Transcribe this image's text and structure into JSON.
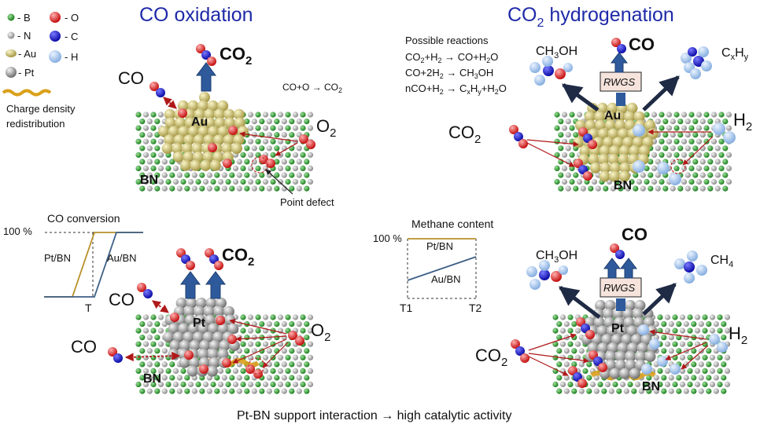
{
  "legend": {
    "items": [
      {
        "symbol": "B",
        "label": "- B",
        "color": "#2a9a2a"
      },
      {
        "symbol": "N",
        "label": "- N",
        "color": "#b8b8b8"
      },
      {
        "symbol": "Au",
        "label": "- Au",
        "color": "#d9cf7f"
      },
      {
        "symbol": "Pt",
        "label": "- Pt",
        "color": "#9c9c9c"
      },
      {
        "symbol": "O",
        "label": "- O",
        "color": "#e82a2a"
      },
      {
        "symbol": "C",
        "label": "- C",
        "color": "#1a1ad8"
      },
      {
        "symbol": "H",
        "label": "- H",
        "color": "#a9c8f0"
      }
    ],
    "charge_label_1": "Charge density",
    "charge_label_2": "redistribution",
    "charge_color": "#d9a01a"
  },
  "co_oxidation": {
    "title": "CO oxidation",
    "reaction": "CO+O → CO",
    "reaction_sub": "2",
    "top": {
      "co2_main": "CO",
      "co2_sub": "2",
      "co_label": "CO",
      "o2_main": "O",
      "o2_sub": "2",
      "metal": "Au",
      "support": "BN",
      "defect_label": "Point defect"
    },
    "bottom": {
      "co2_main": "CO",
      "co2_sub": "2",
      "co_label_1": "CO",
      "co_label_2": "CO",
      "o2_main": "O",
      "o2_sub": "2",
      "metal": "Pt",
      "support": "BN"
    },
    "conversion_plot": {
      "title": "CO conversion",
      "y_label": "100 %",
      "x_label": "T",
      "series": [
        "Pt/BN",
        "Au/BN"
      ]
    }
  },
  "co2_hydrogenation": {
    "title_main": "CO",
    "title_sub": "2",
    "title_rest": " hydrogenation",
    "reactions_header": "Possible reactions",
    "reactions": [
      {
        "lhs": "CO",
        "lhs_sub": "2",
        "lhs2": "+H",
        "lhs2_sub": "2",
        "rhs": "CO+H",
        "rhs_sub": "2",
        "rhs_tail": "O"
      },
      {
        "lhs": "CO+2H",
        "lhs_sub": "2",
        "lhs2": "",
        "lhs2_sub": "",
        "rhs": "CH",
        "rhs_sub": "3",
        "rhs_tail": "OH"
      },
      {
        "lhs": "nCO+H",
        "lhs_sub": "2",
        "lhs2": "",
        "lhs2_sub": "",
        "rhs": "C",
        "rhs_sub": "x",
        "rhs_tail": "H",
        "rhs_sub2": "y",
        "rhs_tail2": "+H",
        "rhs_sub3": "2",
        "rhs_tail3": "O"
      }
    ],
    "top": {
      "ch3oh_main": "CH",
      "ch3oh_sub": "3",
      "ch3oh_tail": "OH",
      "co_label": "CO",
      "cxhy_c": "C",
      "cxhy_x": "x",
      "cxhy_h": "H",
      "cxhy_y": "y",
      "rwgs": "RWGS",
      "co2_main": "CO",
      "co2_sub": "2",
      "h2_main": "H",
      "h2_sub": "2",
      "metal": "Au",
      "support": "BN"
    },
    "bottom": {
      "ch3oh_main": "CH",
      "ch3oh_sub": "3",
      "ch3oh_tail": "OH",
      "co_label": "CO",
      "ch4_main": "CH",
      "ch4_sub": "4",
      "rwgs": "RWGS",
      "co2_main": "CO",
      "co2_sub": "2",
      "h2_main": "H",
      "h2_sub": "2",
      "metal": "Pt",
      "support": "BN"
    },
    "methane_plot": {
      "title": "Methane content",
      "y_label": "100 %",
      "x_start": "T1",
      "x_end": "T2",
      "series": [
        "Pt/BN",
        "Au/BN"
      ]
    }
  },
  "footer": "Pt-BN support interaction → high catalytic activity"
}
